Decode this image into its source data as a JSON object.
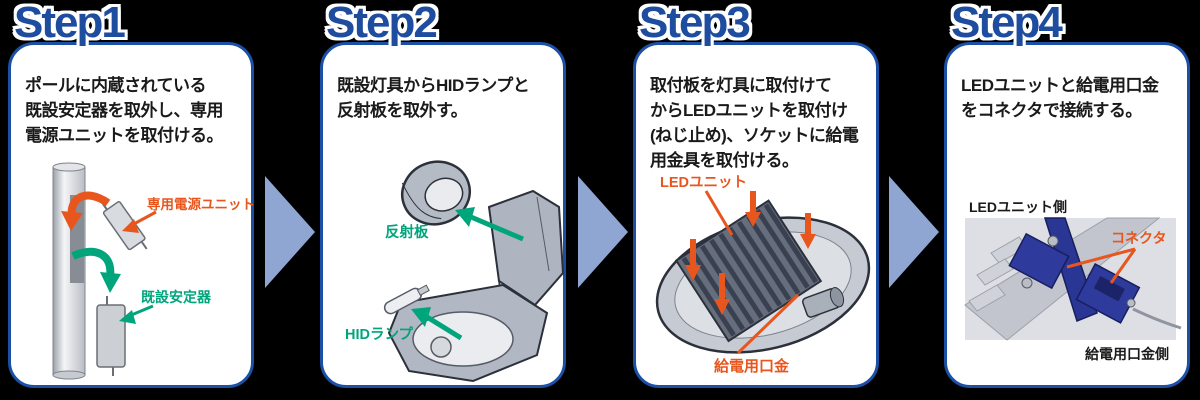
{
  "steps": [
    {
      "title": "Step1",
      "body": "ポールに内蔵されている\n既設安定器を取外し、専用\n電源ユニットを取付ける。",
      "labels": [
        {
          "text": "専用電源ユニット",
          "color": "#e8561e"
        },
        {
          "text": "既設安定器",
          "color": "#00a57c"
        }
      ]
    },
    {
      "title": "Step2",
      "body": "既設灯具からHIDランプと\n反射板を取外す。",
      "labels": [
        {
          "text": "反射板",
          "color": "#00a57c"
        },
        {
          "text": "HIDランプ",
          "color": "#00a57c"
        }
      ]
    },
    {
      "title": "Step3",
      "body": "取付板を灯具に取付けて\nからLEDユニットを取付け\n(ねじ止め)、ソケットに給電\n用金具を取付ける。",
      "labels": [
        {
          "text": "LEDユニット",
          "color": "#e8561e"
        },
        {
          "text": "給電用口金",
          "color": "#e8561e"
        }
      ]
    },
    {
      "title": "Step4",
      "body": "LEDユニットと給電用口金\nをコネクタで接続する。",
      "labels": [
        {
          "text": "LEDユニット側",
          "color": "#1a1a1a"
        },
        {
          "text": "コネクタ",
          "color": "#e8561e"
        },
        {
          "text": "給電用口金側",
          "color": "#1a1a1a"
        }
      ]
    }
  ],
  "colors": {
    "background": "#000000",
    "title_blue": "#1e4c9e",
    "panel_border_blue": "#1b50a5",
    "accent_orange": "#e8561e",
    "accent_green": "#00a57c",
    "arrow_lavender": "#8fa5d2",
    "body_text": "#1a1a1a",
    "connector_navy": "#2e3b9c"
  }
}
